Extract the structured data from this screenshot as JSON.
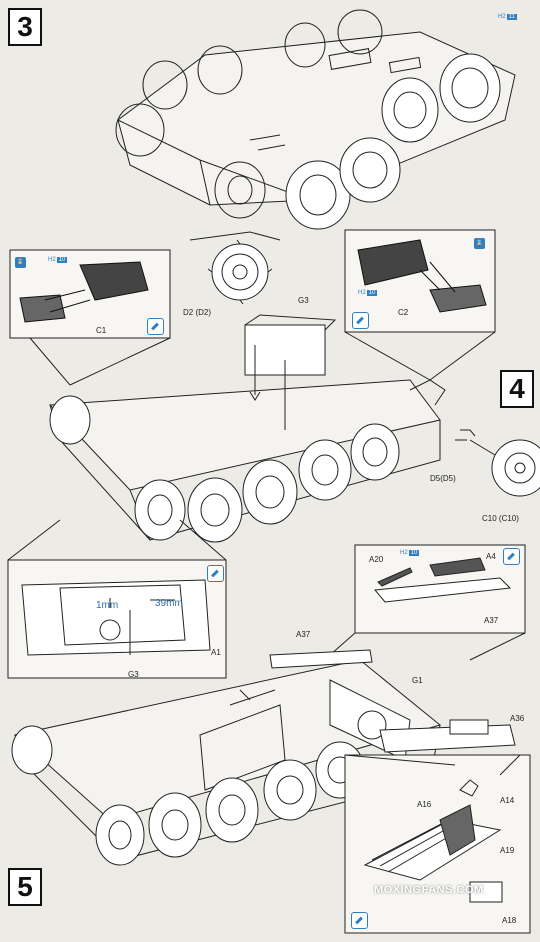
{
  "steps": {
    "s3": "3",
    "s4": "4",
    "s5": "5"
  },
  "hparts": {
    "prefix": "H",
    "count": "2",
    "box": "10",
    "box2": "11"
  },
  "labels": {
    "d2": "D2 (D2)",
    "c1": "C1",
    "c2": "C2",
    "g3_top": "G3",
    "d5": "D5(D5)",
    "c10": "C10 (C10)",
    "a20": "A20",
    "a4": "A4",
    "a37_inset": "A37",
    "a37": "A37",
    "g1": "G1",
    "a36": "A36",
    "a1": "A1",
    "g3_inset": "G3",
    "a16": "A16",
    "a14": "A14",
    "a19": "A19",
    "a18": "A18"
  },
  "dimensions": {
    "d1": "1mm",
    "d2": "39mm"
  },
  "watermark": "MOXINGFANS.COM",
  "colors": {
    "accent": "#2f7fc2",
    "paper": "#ecebe6",
    "ink": "#222222"
  },
  "icons": [
    "glue-icon",
    "hourglass-icon",
    "arrow-icon"
  ]
}
